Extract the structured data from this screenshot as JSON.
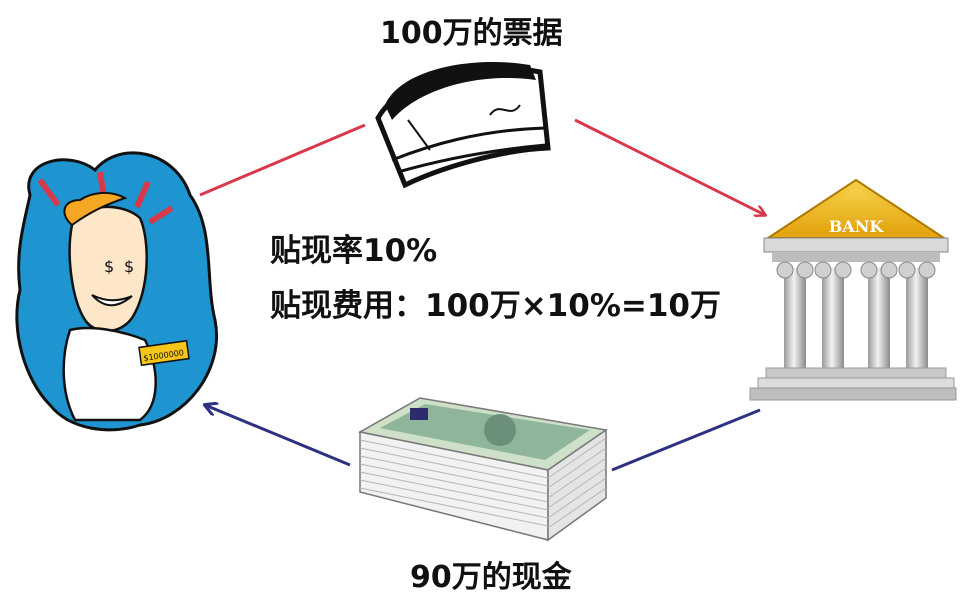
{
  "labels": {
    "top": "100万的票据",
    "rate": "贴现率10%",
    "fee": "贴现费用：100万×10%=10万",
    "bottom": "90万的现金",
    "bank_sign": "BANK",
    "ticket": "$1000000"
  },
  "colors": {
    "red_arrow": "#d8394a",
    "blue_arrow": "#2e3180",
    "bank_gold": "#f0b818",
    "person_bg": "#1e94d0"
  },
  "icons": [
    "person-icon",
    "cheque-icon",
    "bank-icon",
    "cash-stack-icon"
  ]
}
